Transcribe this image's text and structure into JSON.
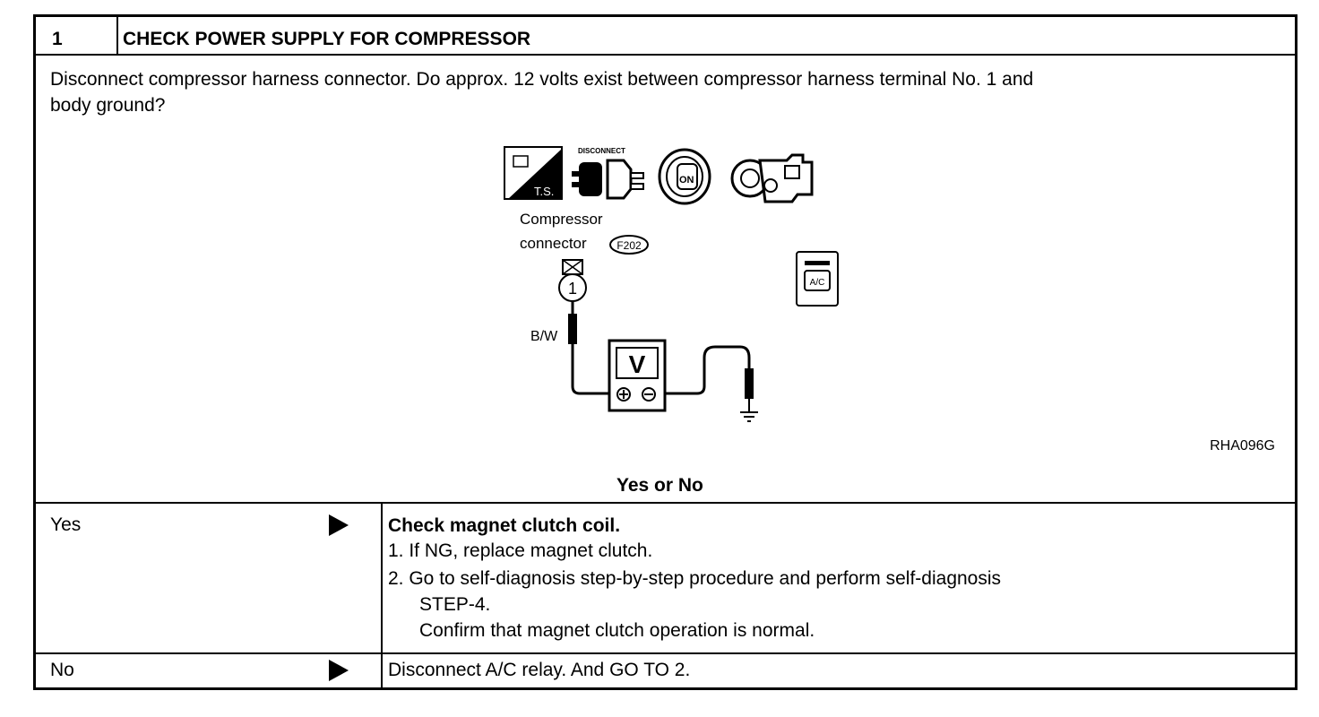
{
  "header": {
    "step_number": "1",
    "title": "CHECK POWER SUPPLY FOR COMPRESSOR"
  },
  "question": {
    "line1": "Disconnect compressor harness connector. Do approx. 12 volts exist between compressor harness terminal No. 1 and",
    "line2": "body ground?"
  },
  "figure": {
    "label_ts": "T.S.",
    "label_disconnect": "DISCONNECT",
    "label_on": "ON",
    "connector_label_1": "Compressor",
    "connector_label_2": "connector",
    "connector_code": "F202",
    "terminal_number": "1",
    "wire_color": "B/W",
    "meter_letter": "V",
    "ac_button": "A/C",
    "figure_code": "RHA096G"
  },
  "prompt": "Yes or No",
  "yes_row": {
    "label": "Yes",
    "action_title": "Check magnet clutch coil.",
    "step1": "1.  If NG, replace magnet clutch.",
    "step2a": "2.  Go to self-diagnosis step-by-step procedure   and perform self-diagnosis",
    "step2b": "STEP-4.",
    "step2c": "Confirm that magnet clutch operation is normal."
  },
  "no_row": {
    "label": "No",
    "action": "Disconnect A/C relay. And GO TO 2."
  }
}
